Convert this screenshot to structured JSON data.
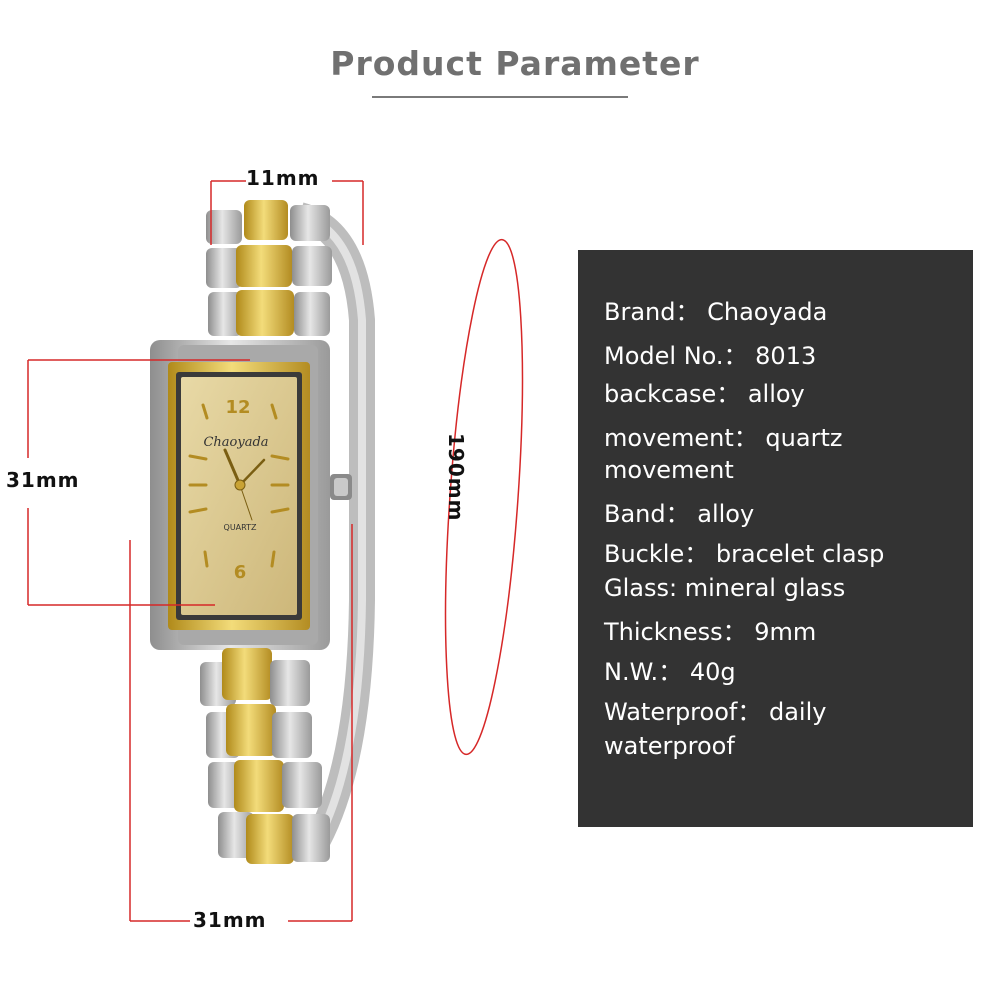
{
  "header": {
    "title": "Product Parameter"
  },
  "dimensions": {
    "width_top": "11mm",
    "height_left": "31mm",
    "width_bottom": "31mm",
    "circumference": "190mm"
  },
  "watch_face": {
    "brand": "Chaoyada",
    "movement_label": "QUARTZ",
    "numeral_top": "12",
    "numeral_bottom": "6"
  },
  "specs": [
    "Brand： Chaoyada",
    "Model No.： 8013",
    "backcase： alloy",
    "movement： quartz",
    "movement",
    "Band： alloy",
    "Buckle： bracelet clasp",
    "Glass: mineral glass",
    "Thickness： 9mm",
    "N.W.： 40g",
    "Waterproof： daily",
    "waterproof"
  ],
  "colors": {
    "measure_line": "#d62828",
    "panel": "#333333",
    "gold": "#d9b640",
    "silver": "#b8b8b8"
  }
}
